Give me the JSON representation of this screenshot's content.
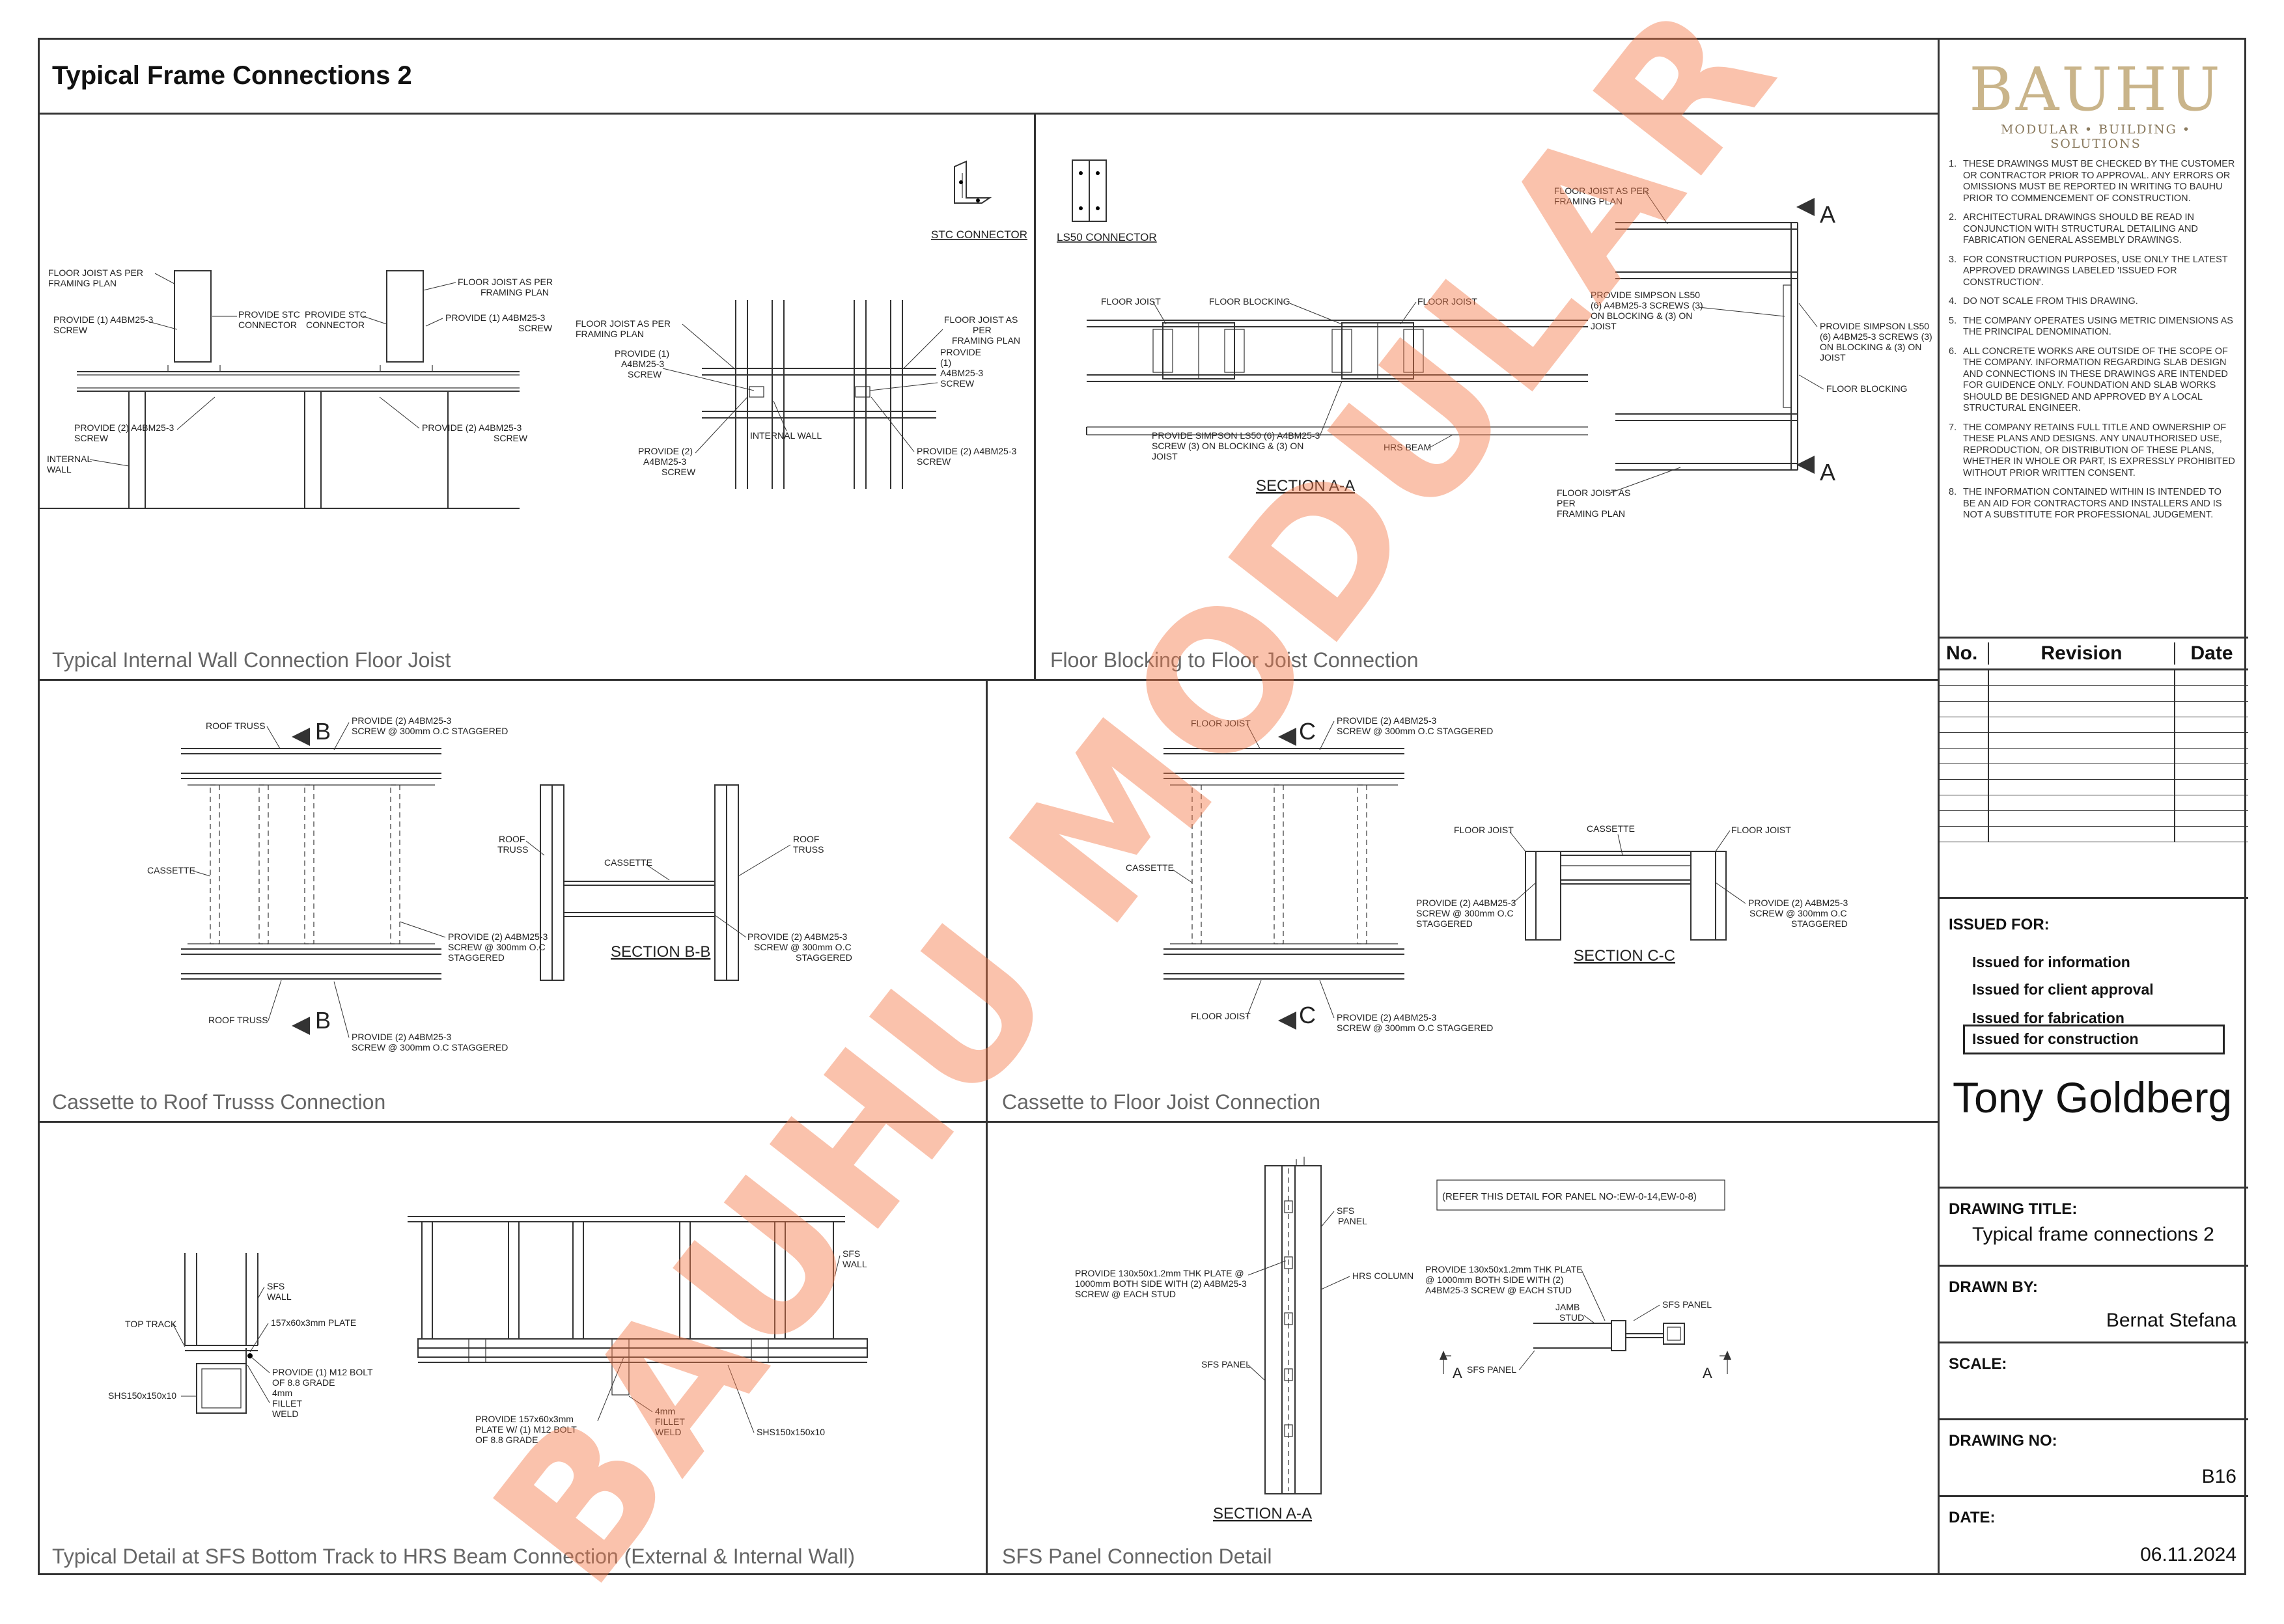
{
  "sheet_title": "Typical Frame Connections 2",
  "watermark": "BAUHU MODULAR",
  "panels": {
    "p1": "Typical Internal Wall Connection Floor Joist",
    "p2": "Floor Blocking to Floor Joist Connection",
    "p3": "Cassette to Roof Trusss Connection",
    "p4": "Cassette to Floor Joist Connection",
    "p5": "Typical Detail at SFS Bottom Track to HRS Beam Connection (External & Internal Wall)",
    "p6": "SFS Panel Connection Detail"
  },
  "drawing_labels": {
    "p1": {
      "l1a": "FLOOR JOIST AS PER",
      "l1b": "FRAMING PLAN",
      "l2a": "FLOOR JOIST AS PER",
      "l2b": "FRAMING PLAN",
      "l3a": "PROVIDE (1) A4BM25-3",
      "l3b": "SCREW",
      "l4a": "PROVIDE STC",
      "l4b": "CONNECTOR",
      "l5a": "PROVIDE STC",
      "l5b": "CONNECTOR",
      "l6a": "PROVIDE (1) A4BM25-3",
      "l6b": "SCREW",
      "l7a": "PROVIDE (2) A4BM25-3",
      "l7b": "SCREW",
      "l8a": "PROVIDE (2) A4BM25-3",
      "l8b": "SCREW",
      "l9a": "INTERNAL",
      "l9b": "WALL",
      "stc": "STC CONNECTOR",
      "m1a": "FLOOR JOIST AS PER",
      "m1b": "FRAMING PLAN",
      "m2a": "FLOOR JOIST AS",
      "m2b": "PER",
      "m2c": "FRAMING PLAN",
      "m3a": "PROVIDE (1)",
      "m3b": "A4BM25-3",
      "m3c": "SCREW",
      "m4a": "PROVIDE",
      "m4b": "(1)",
      "m4c": "A4BM25-3",
      "m4d": "SCREW",
      "m5": "INTERNAL WALL",
      "m6a": "PROVIDE (2)",
      "m6b": "A4BM25-3",
      "m6c": "SCREW",
      "m7a": "PROVIDE (2) A4BM25-3",
      "m7b": "SCREW"
    },
    "p2": {
      "ls50": "LS50 CONNECTOR",
      "fj1": "FLOOR JOIST",
      "fb": "FLOOR BLOCKING",
      "fj2": "FLOOR JOIST",
      "ps1": "PROVIDE SIMPSON LS50 (6) A4BM25-3",
      "ps2": "SCREW (3) ON BLOCKING & (3) ON",
      "ps3": "JOIST",
      "hrs": "HRS BEAM",
      "sec": "SECTION A-A",
      "fja1": "FLOOR JOIST AS PER",
      "fja2": "FRAMING PLAN",
      "r1": "PROVIDE SIMPSON LS50",
      "r2": "(6) A4BM25-3 SCREWS (3)",
      "r3": "ON BLOCKING & (3) ON",
      "r4": "JOIST",
      "s1": "PROVIDE SIMPSON LS50",
      "s2": "(6) A4BM25-3 SCREWS (3)",
      "s3": "ON BLOCKING & (3) ON",
      "s4": "JOIST",
      "fbl": "FLOOR BLOCKING",
      "fjb1": "FLOOR JOIST AS",
      "fjb2": "PER",
      "fjb3": "FRAMING PLAN",
      "A": "A"
    },
    "p3": {
      "rt1": "ROOF TRUSS",
      "B": "B",
      "pv1": "PROVIDE (2) A4BM25-3",
      "pv2": "SCREW @ 300mm O.C STAGGERED",
      "cas": "CASSETTE",
      "pm1": "PROVIDE (2) A4BM25-3",
      "pm2": "SCREW @ 300mm O.C",
      "pm3": "STAGGERED",
      "rt2": "ROOF TRUSS",
      "rta": "ROOF",
      "rtb": "TRUSS",
      "cas2": "CASSETTE",
      "sec": "SECTION B-B"
    },
    "p4": {
      "fj": "FLOOR JOIST",
      "C": "C",
      "pv1": "PROVIDE (2) A4BM25-3",
      "pv2": "SCREW @ 300mm O.C STAGGERED",
      "cas": "CASSETTE",
      "pm1": "PROVIDE (2) A4BM25-3",
      "pm2": "SCREW @ 300mm O.C",
      "pm3": "STAGGERED",
      "sec": "SECTION C-C"
    },
    "p5": {
      "sfs1": "SFS",
      "sfs2": "WALL",
      "top": "TOP TRACK",
      "plate": "157x60x3mm PLATE",
      "b1": "PROVIDE (1) M12 BOLT",
      "b2": "OF 8.8 GRADE",
      "w1": "4mm",
      "w2": "FILLET",
      "w3": "WELD",
      "shs": "SHS150x150x10",
      "pp1": "PROVIDE 157x60x3mm",
      "pp2": "PLATE W/ (1) M12 BOLT",
      "pp3": "OF 8.8 GRADE",
      "fw1": "4mm",
      "fw2": "FILLET",
      "fw3": "WELD",
      "shs2": "SHS150x150x10",
      "sw1": "SFS",
      "sw2": "WALL"
    },
    "p6": {
      "sp1": "SFS",
      "sp2": "PANEL",
      "pl1": "PROVIDE 130x50x1.2mm THK PLATE @",
      "pl2": "1000mm BOTH SIDE WITH (2) A4BM25-3",
      "pl3": "SCREW @ EACH STUD",
      "hrs": "HRS COLUMN",
      "sfsp": "SFS PANEL",
      "sec": "SECTION A-A",
      "refer": "(REFER THIS DETAIL FOR PANEL NO-:EW-0-14,EW-0-8)",
      "q1": "PROVIDE 130x50x1.2mm THK PLATE",
      "q2": "@ 1000mm BOTH SIDE WITH (2)",
      "q3": "A4BM25-3 SCREW @ EACH STUD",
      "jamb1": "JAMB",
      "jamb2": "STUD",
      "sfsp2": "SFS PANEL",
      "sfsp3": "SFS PANEL",
      "A": "A"
    }
  },
  "title_block": {
    "logo_name": "BAUHU",
    "logo_tag": "MODULAR • BUILDING • SOLUTIONS",
    "notes": [
      {
        "n": "1.",
        "t": "These drawings must be checked by the customer or contractor prior to approval. Any errors or omissions must be reported in writing to Bauhu prior to commencement of construction."
      },
      {
        "n": "2.",
        "t": "Architectural drawings should be read in conjunction with structural detailing and fabrication general assembly drawings."
      },
      {
        "n": "3.",
        "t": "For construction purposes, use only the latest approved drawings labeled 'Issued for Construction'."
      },
      {
        "n": "4.",
        "t": "Do not scale from this drawing."
      },
      {
        "n": "5.",
        "t": "The company operates using metric dimensions as the principal denomination."
      },
      {
        "n": "6.",
        "t": "All concrete works are outside of the scope of the company. Information regarding slab design and connections in these drawings are intended for guidence only. Foundation and slab works should be designed and approved by a local structural engineer."
      },
      {
        "n": "7.",
        "t": "The company retains full title and ownership of these plans and designs. Any unauthorised use, reproduction, or distribution of these plans, whether in whole or part, is expressly prohibited without prior written consent."
      },
      {
        "n": "8.",
        "t": "The information contained within is intended to be an aid for contractors and installers and is not a substitute for professional judgement."
      }
    ],
    "revision_headers": {
      "no": "No.",
      "rev": "Revision",
      "date": "Date"
    },
    "issued_label": "ISSUED FOR:",
    "issued_options": [
      "Issued for information",
      "Issued for client approval",
      "Issued for fabrication",
      "Issued for construction"
    ],
    "selected_issue": "Issued for construction",
    "person": "Tony Goldberg",
    "drawing_title_label": "DRAWING TITLE:",
    "drawing_title": "Typical frame connections 2",
    "drawn_by_label": "DRAWN BY:",
    "drawn_by": "Bernat Stefana",
    "scale_label": "SCALE:",
    "scale": "",
    "drawing_no_label": "DRAWING NO:",
    "drawing_no": "B16",
    "date_label": "DATE:",
    "date": "06.11.2024"
  }
}
